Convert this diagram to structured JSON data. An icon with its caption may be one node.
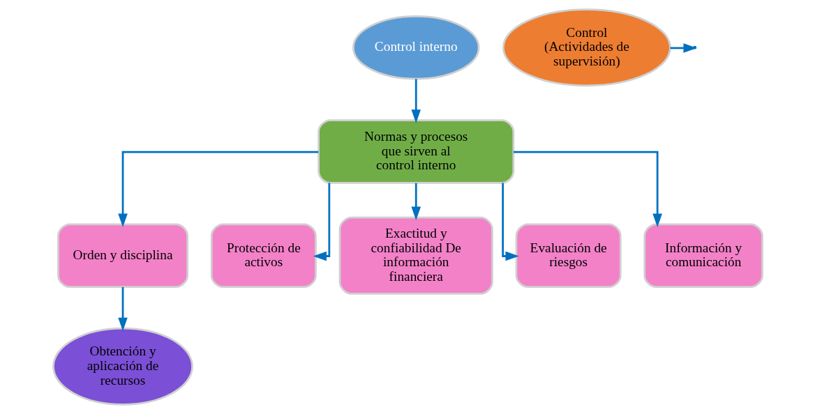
{
  "diagram": {
    "nodes": [
      {
        "text": [
          "Control interno"
        ]
      },
      {
        "text": [
          "Normas y procesos que sirven al control interno"
        ]
      },
      {
        "text": [
          "Control (Actividades de supervisión)"
        ]
      },
      {
        "text": [
          "Orden y disciplina"
        ]
      },
      {
        "text": [
          "Protección de activos"
        ]
      },
      {
        "text": [
          "Exactitud y confiabilidad De información financiera"
        ]
      },
      {
        "text": [
          "Evaluación de riesgos"
        ]
      },
      {
        "text": [
          "Información y comunicación"
        ]
      },
      {
        "text": [
          "Obtención y aplicación de recursos"
        ]
      }
    ],
    "edges": [
      {
        "from": 0,
        "to": 1,
        "arrow": "to"
      },
      {
        "from": 2,
        "to": null,
        "arrow": "to"
      },
      {
        "from": 1,
        "to": 3,
        "arrow": "to"
      },
      {
        "from": 1,
        "to": 4,
        "arrow": "to"
      },
      {
        "from": 1,
        "to": 5,
        "arrow": "to"
      },
      {
        "from": 1,
        "to": 6,
        "arrow": "to"
      },
      {
        "from": 1,
        "to": 7,
        "arrow": "to"
      },
      {
        "from": 3,
        "to": 8,
        "arrow": "to"
      }
    ]
  }
}
